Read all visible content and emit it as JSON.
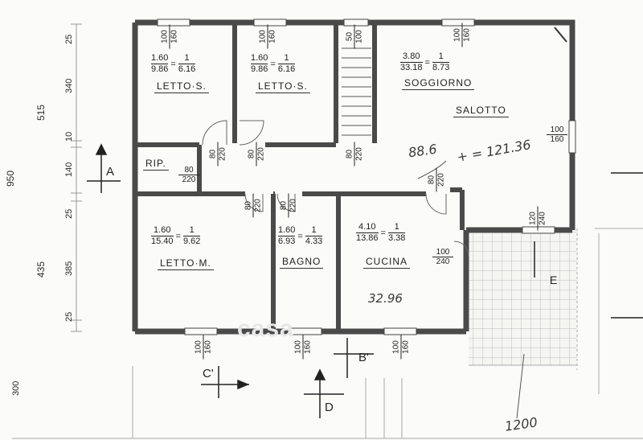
{
  "left_dimensions": {
    "total": "950",
    "upper_total": "515",
    "lower_total": "435",
    "seg_top": "25",
    "seg_340": "340",
    "seg_10": "10",
    "seg_140": "140",
    "seg_mid": "25",
    "seg_385": "385",
    "seg_bottom": "25",
    "below": "300"
  },
  "rooms": [
    {
      "id": "letto-s-1",
      "name": "LETTO·S.",
      "ratio": {
        "a": "1.60",
        "b": "9.86",
        "c": "1",
        "d": "6.16"
      }
    },
    {
      "id": "letto-s-2",
      "name": "LETTO·S.",
      "ratio": {
        "a": "1.60",
        "b": "9.86",
        "c": "1",
        "d": "6.16"
      }
    },
    {
      "id": "soggiorno",
      "name": "SOGGIORNO",
      "ratio": {
        "a": "3.80",
        "b": "33.18",
        "c": "1",
        "d": "8.73"
      }
    },
    {
      "id": "salotto",
      "name": "SALOTTO"
    },
    {
      "id": "rip",
      "name": "RIP."
    },
    {
      "id": "letto-m",
      "name": "LETTO·M.",
      "ratio": {
        "a": "1.60",
        "b": "15.40",
        "c": "1",
        "d": "9.62"
      }
    },
    {
      "id": "bagno",
      "name": "BAGNO",
      "ratio": {
        "a": "1.60",
        "b": "6.93",
        "c": "1",
        "d": "4.33"
      }
    },
    {
      "id": "cucina",
      "name": "CUCINA",
      "ratio": {
        "a": "4.10",
        "b": "13.86",
        "c": "1",
        "d": "3.38"
      }
    }
  ],
  "openings": {
    "w1": {
      "w": "100",
      "h": "160"
    },
    "w2": {
      "w": "100",
      "h": "160"
    },
    "w3": {
      "w": "50",
      "h": "100"
    },
    "w4": {
      "w": "100",
      "h": "160"
    },
    "w5": {
      "w": "100",
      "h": "160"
    },
    "d1": {
      "w": "80",
      "h": "220"
    },
    "d2": {
      "w": "80",
      "h": "220"
    },
    "d3": {
      "w": "80",
      "h": "220"
    },
    "d4": {
      "w": "80",
      "h": "220"
    },
    "d5": {
      "w": "80",
      "h": "220"
    },
    "d6": {
      "w": "80",
      "h": "220"
    },
    "d7": {
      "w": "80",
      "h": "220"
    },
    "d8": {
      "w": "120",
      "h": "240"
    },
    "d9": {
      "w": "100",
      "h": "240"
    },
    "w6": {
      "w": "100",
      "h": "160"
    },
    "w7": {
      "w": "100",
      "h": "160"
    },
    "w8": {
      "w": "100",
      "h": "160"
    }
  },
  "handwritten": {
    "area_total": "88.6",
    "sum": "+ = 121.36",
    "kitchen_area": "32.96",
    "length": "1200"
  },
  "sections": {
    "a": "A",
    "b": "B'",
    "c": "C'",
    "d": "D",
    "e": "E"
  },
  "watermark": "casa"
}
